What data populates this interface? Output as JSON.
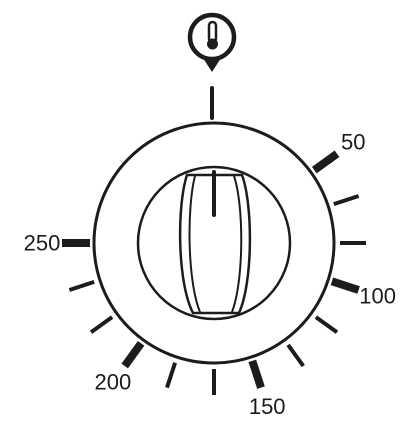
{
  "indicator": {
    "icon": "thermometer-icon"
  },
  "dial": {
    "pointer_value": 0,
    "colors": {
      "ink": "#1c1c1c",
      "background": "#ffffff"
    },
    "scale": [
      {
        "value": 50,
        "label": "50"
      },
      {
        "value": 100,
        "label": "100"
      },
      {
        "value": 150,
        "label": "150"
      },
      {
        "value": 200,
        "label": "200"
      },
      {
        "value": 250,
        "label": "250"
      }
    ]
  }
}
